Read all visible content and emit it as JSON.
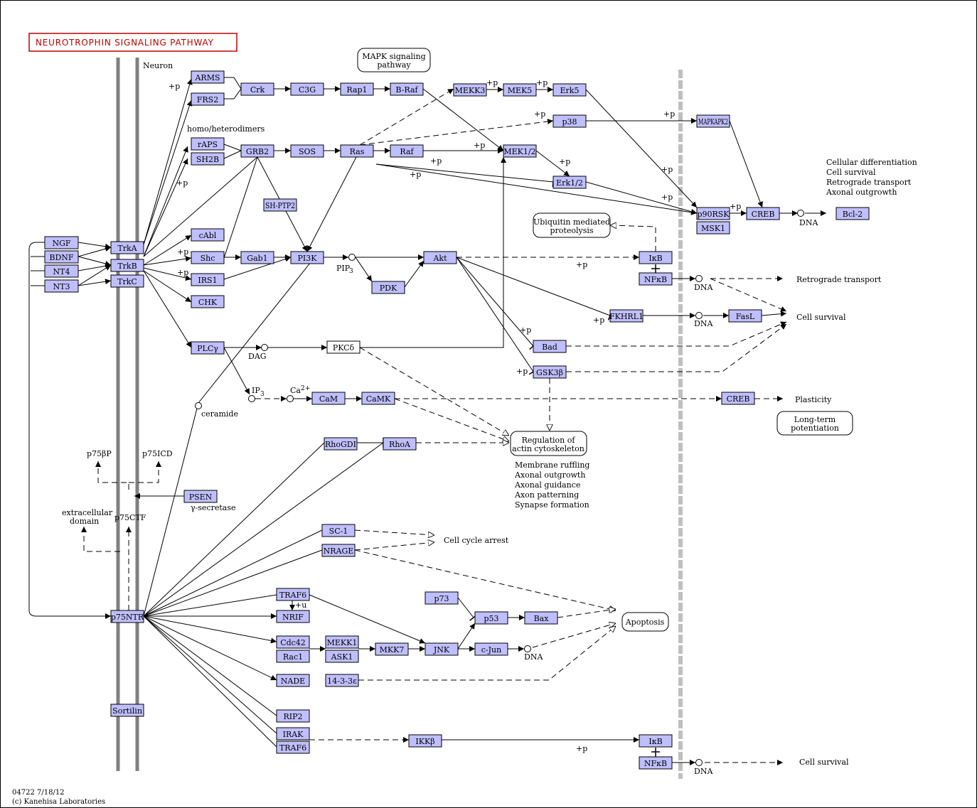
{
  "title": "NEUROTROPHIN SIGNALING PATHWAY",
  "footer": {
    "code": "04722 7/18/12",
    "copyright": "(c) Kanehisa Laboratories"
  },
  "nodes": {
    "NGF": "NGF",
    "BDNF": "BDNF",
    "NT4": "NT4",
    "NT3": "NT3",
    "TrkA": "TrkA",
    "TrkB": "TrkB",
    "TrkC": "TrkC",
    "p75NTR": "p75NTR",
    "Sortilin": "Sortilin",
    "ARMS": "ARMS",
    "FRS2": "FRS2",
    "Crk": "Crk",
    "C3G": "C3G",
    "Rap1": "Rap1",
    "BRaf": "B-Raf",
    "MEKK3": "MEKK3",
    "MEK5": "MEK5",
    "Erk5": "Erk5",
    "p38": "p38",
    "MAPKAPK2": "MAPKAPK2",
    "rAPS": "rAPS",
    "SH2B": "SH2B",
    "GRB2": "GRB2",
    "SOS": "SOS",
    "Ras": "Ras",
    "Raf": "Raf",
    "MEK12": "MEK1/2",
    "Erk12": "Erk1/2",
    "p90RSK": "p90RSK",
    "MSK1": "MSK1",
    "CREB1": "CREB",
    "Bcl2": "Bcl-2",
    "SHPTP2": "SH-PTP2",
    "cAbl": "cAbl",
    "Shc": "Shc",
    "Gab1": "Gab1",
    "PI3K": "PI3K",
    "Akt": "Akt",
    "PDK": "PDK",
    "IRS1": "IRS1",
    "CHK": "CHK",
    "IkB1": "IκB",
    "NFkB1": "NFκB",
    "FKHRL1": "FKHRL1",
    "FasL": "FasL",
    "PLCg": "PLCγ",
    "PKCd": "PKCδ",
    "Bad": "Bad",
    "GSK3b": "GSK3β",
    "CaM": "CaM",
    "CaMK": "CaMK",
    "CREB2": "CREB",
    "RhoGDI": "RhoGDI",
    "RhoA": "RhoA",
    "PSEN": "PSEN",
    "SC1": "SC-1",
    "NRAGE": "NRAGE",
    "TRAF6a": "TRAF6",
    "NRIF": "NRIF",
    "p73": "p73",
    "p53": "p53",
    "Bax": "Bax",
    "Cdc42": "Cdc42",
    "Rac1": "Rac1",
    "MEKK1": "MEKK1",
    "ASK1": "ASK1",
    "MKK7": "MKK7",
    "JNK": "JNK",
    "cJun": "c-Jun",
    "NADE": "NADE",
    "n1433": "14-3-3ε",
    "RIP2": "RIP2",
    "IRAK": "IRAK",
    "TRAF6b": "TRAF6",
    "IKKb": "IKKβ",
    "IkB2": "IκB",
    "NFkB2": "NFκB"
  },
  "processes": {
    "mapk_1": "MAPK signaling",
    "mapk_2": "pathway",
    "ubiq_1": "Ubiquitin mediated",
    "ubiq_2": "proteolysis",
    "actin_1": "Regulation of",
    "actin_2": "actin cytoskeleton",
    "ltp_1": "Long-term",
    "ltp_2": "potentiation",
    "apoptosis": "Apoptosis"
  },
  "labels": {
    "neuron": "Neuron",
    "homo": "homo/heterodimers",
    "cell_diff": "Cellular differentiation",
    "cell_surv": "Cell survival",
    "retro": "Retrograde transport",
    "axonal": "Axonal outgrowth",
    "dna": "DNA",
    "retro2": "Retrograde transport",
    "cell_surv2": "Cell survival",
    "plasticity": "Plasticity",
    "cell_surv3": "Cell survival",
    "membrane_ruffling": "Membrane ruffling",
    "axonal_outgrowth": "Axonal outgrowth",
    "axonal_guidance": "Axonal guidance",
    "axon_patterning": "Axon patterning",
    "synapse": "Synapse formation",
    "cell_cycle": "Cell cycle arrest",
    "pip3": "PIP",
    "dag": "DAG",
    "ip3": "IP",
    "ca": "Ca",
    "ceramide": "ceramide",
    "p75bp": "p75βP",
    "p75icd": "p75ICD",
    "p75ctf": "p75CTF",
    "extra_1": "extracellular",
    "extra_2": "domain",
    "gsec": "γ-secretase",
    "plus_p": "+p",
    "plus_u": "+u",
    "sub3": "3",
    "sup2": "2+"
  }
}
